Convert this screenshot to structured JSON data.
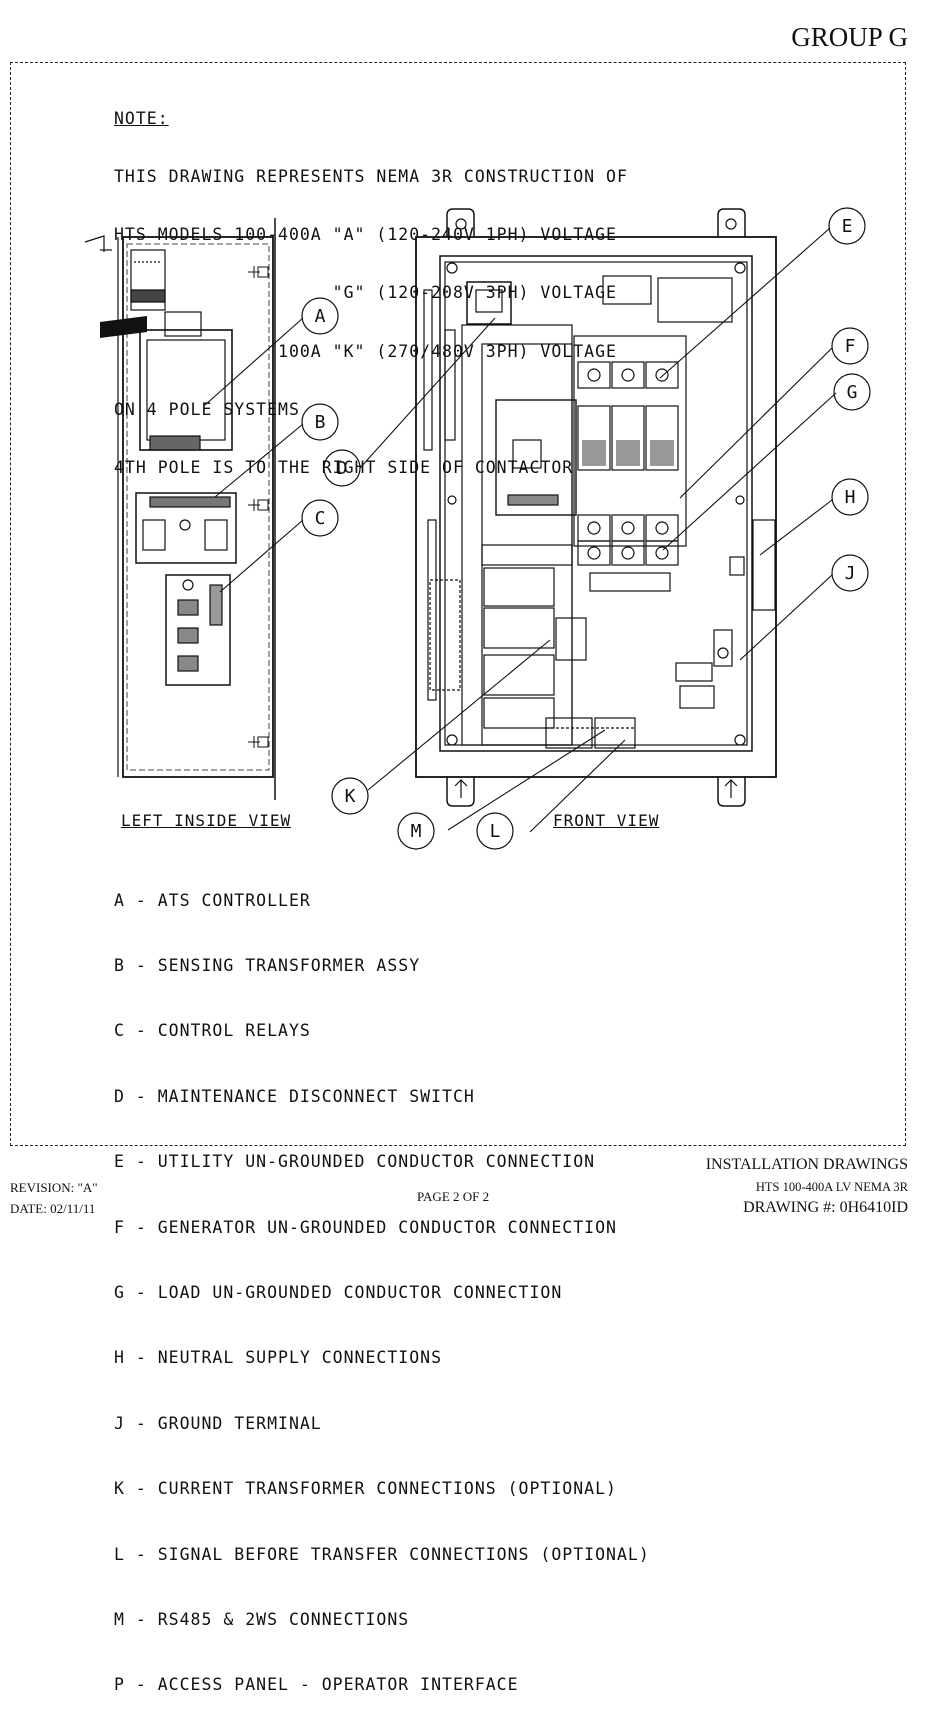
{
  "header": {
    "group": "GROUP G"
  },
  "note": {
    "title": "NOTE:",
    "lines": [
      "THIS DRAWING REPRESENTS NEMA 3R CONSTRUCTION OF",
      "HTS MODELS 100-400A \"A\" (120-240V 1PH) VOLTAGE",
      "                    \"G\" (120-208V 3PH) VOLTAGE",
      "               100A \"K\" (270/480V 3PH) VOLTAGE",
      "ON 4 POLE SYSTEMS",
      "4TH POLE IS TO THE RIGHT SIDE OF CONTACTOR"
    ]
  },
  "callouts": [
    "A",
    "B",
    "C",
    "D",
    "E",
    "F",
    "G",
    "H",
    "J",
    "K",
    "M",
    "L"
  ],
  "views": {
    "left": "LEFT INSIDE VIEW",
    "front": "FRONT VIEW"
  },
  "legend": [
    "A - ATS CONTROLLER",
    "B - SENSING TRANSFORMER ASSY",
    "C - CONTROL RELAYS",
    "D - MAINTENANCE DISCONNECT SWITCH",
    "E - UTILITY UN-GROUNDED CONDUCTOR CONNECTION",
    "F - GENERATOR UN-GROUNDED CONDUCTOR CONNECTION",
    "G - LOAD UN-GROUNDED CONDUCTOR CONNECTION",
    "H - NEUTRAL SUPPLY CONNECTIONS",
    "J - GROUND TERMINAL",
    "K - CURRENT TRANSFORMER CONNECTIONS (OPTIONAL)",
    "L - SIGNAL BEFORE TRANSFER CONNECTIONS (OPTIONAL)",
    "M - RS485 & 2WS CONNECTIONS",
    "P - ACCESS PANEL - OPERATOR INTERFACE"
  ],
  "footer": {
    "revision": "REVISION: \"A\"",
    "date": "DATE: 02/11/11",
    "page": "PAGE 2 OF 2",
    "title": "INSTALLATION DRAWINGS",
    "model": "HTS 100-400A LV NEMA 3R",
    "drawing": "DRAWING #: 0H6410ID"
  }
}
